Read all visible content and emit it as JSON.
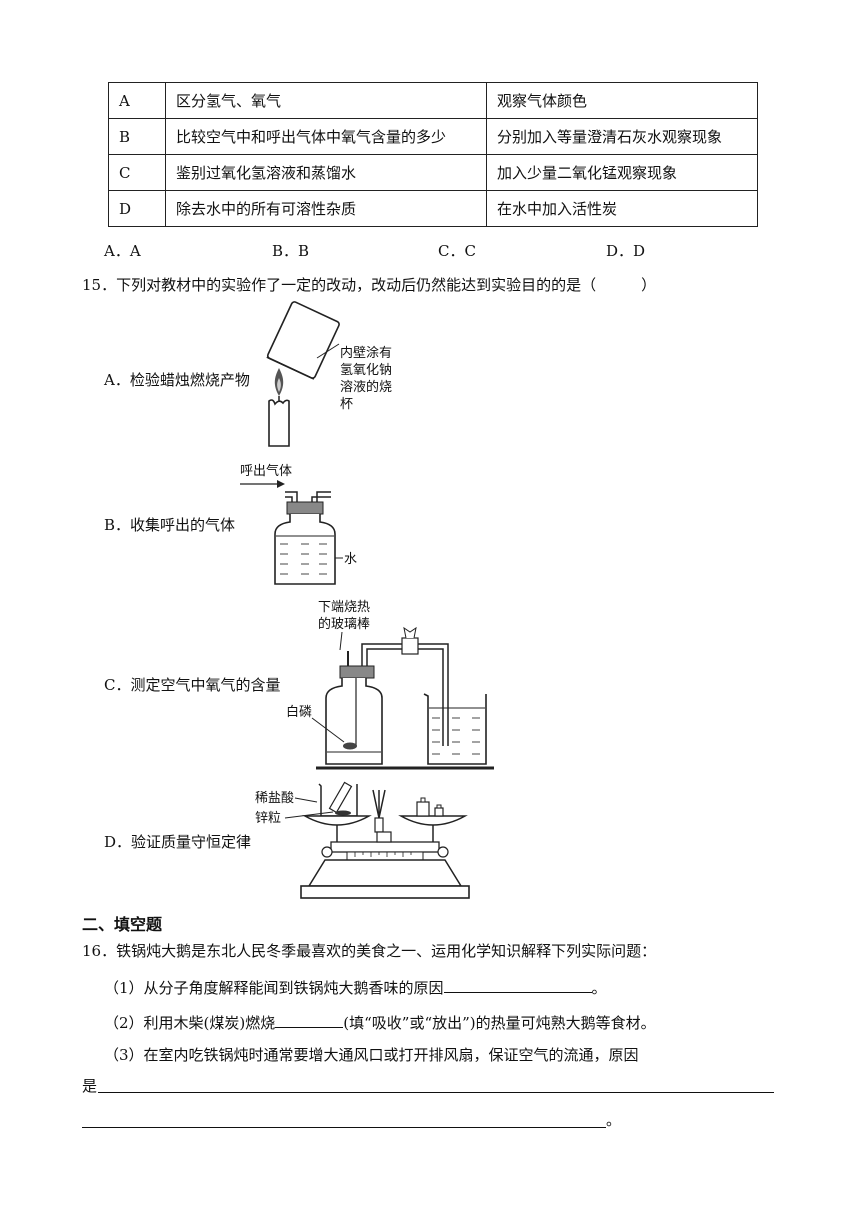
{
  "table": {
    "rows": [
      {
        "label": "A",
        "purpose": "区分氢气、氧气",
        "method": "观察气体颜色"
      },
      {
        "label": "B",
        "purpose": "比较空气中和呼出气体中氧气含量的多少",
        "method": "分别加入等量澄清石灰水观察现象"
      },
      {
        "label": "C",
        "purpose": "鉴别过氧化氢溶液和蒸馏水",
        "method": "加入少量二氧化锰观察现象"
      },
      {
        "label": "D",
        "purpose": "除去水中的所有可溶性杂质",
        "method": "在水中加入活性炭"
      }
    ]
  },
  "q14_choices": [
    "A．A",
    "B．B",
    "C．C",
    "D．D"
  ],
  "q15": {
    "stem": "15．下列对教材中的实验作了一定的改动，改动后仍然能达到实验目的的是（　　　）",
    "options": [
      {
        "text": "A．检验蜡烛燃烧产物",
        "labels": [
          "内壁涂有",
          "氢氧化钠",
          "溶液的烧",
          "杯"
        ]
      },
      {
        "text": "B．收集呼出的气体",
        "labels": [
          "呼出气体",
          "水"
        ]
      },
      {
        "text": "C．测定空气中氧气的含量",
        "labels": [
          "下端烧热",
          "的玻璃棒",
          "白磷"
        ]
      },
      {
        "text": "D．验证质量守恒定律",
        "labels": [
          "稀盐酸",
          "锌粒"
        ]
      }
    ]
  },
  "section2_title": "二、填空题",
  "q16": {
    "stem": "16．铁锅炖大鹅是东北人民冬季最喜欢的美食之一、运用化学知识解释下列实际问题：",
    "sub1_before": "（1）从分子角度解释能闻到铁锅炖大鹅香味的原因",
    "sub1_after": "。",
    "sub2_before": "（2）利用木柴(煤炭)燃烧",
    "sub2_after": "(填“吸收”或“放出”)的热量可炖熟大鹅等食材。",
    "sub3_line1": "（3）在室内吃铁锅炖时通常要增大通风口或打开排风扇，保证空气的流通，原因",
    "sub3_prefix": "是",
    "sub3_end": "。"
  }
}
